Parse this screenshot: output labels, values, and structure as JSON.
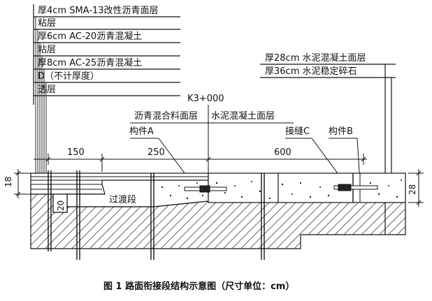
{
  "left_layers": [
    "厚4cm SMA-13改性沥青面层",
    "粘层",
    "厚6cm AC-20沥青混凝土",
    "粘层",
    "厚8cm AC-25沥青混凝土",
    "D（不计厚度）",
    "透层"
  ],
  "right_layers": [
    "厚28cm 水泥混凝土面层",
    "厚36cm 水泥稳定碎石"
  ],
  "station_label": "K3+000",
  "section_left_label": "沥青混合料面层",
  "section_right_label": "水泥混凝土面层",
  "component_a_label": "构件A",
  "joint_c_label": "接缝C",
  "component_b_label": "构件B",
  "dim_150": "150",
  "dim_250": "250",
  "dim_600": "600",
  "dim_18": "18",
  "dim_20": "20",
  "dim_28": "28",
  "transition_label": "过渡段",
  "caption": "图 1 路面衔接段结构示意图（尺寸单位：cm）"
}
